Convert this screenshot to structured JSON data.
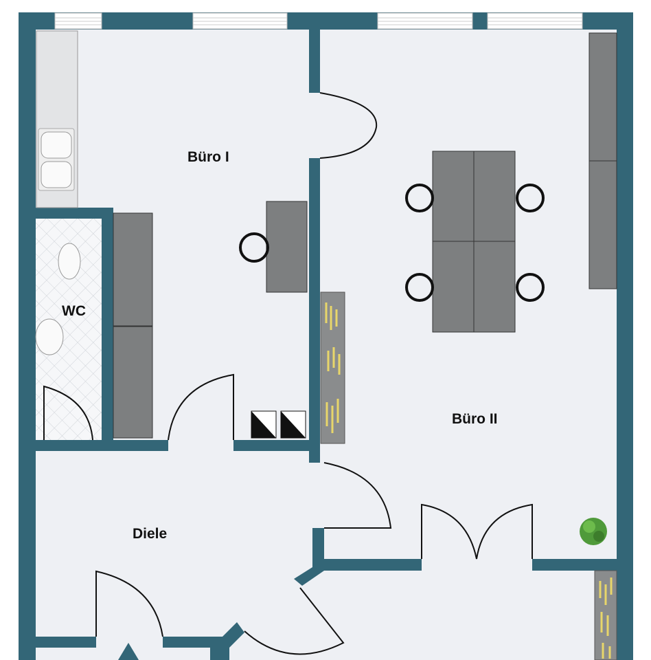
{
  "rooms": {
    "buero1": "Büro I",
    "wc": "WC",
    "buero2": "Büro II",
    "diele": "Diele"
  },
  "colors": {
    "wall": "#336677",
    "floor": "#eef0f4",
    "furniture": "#7d7f80"
  }
}
